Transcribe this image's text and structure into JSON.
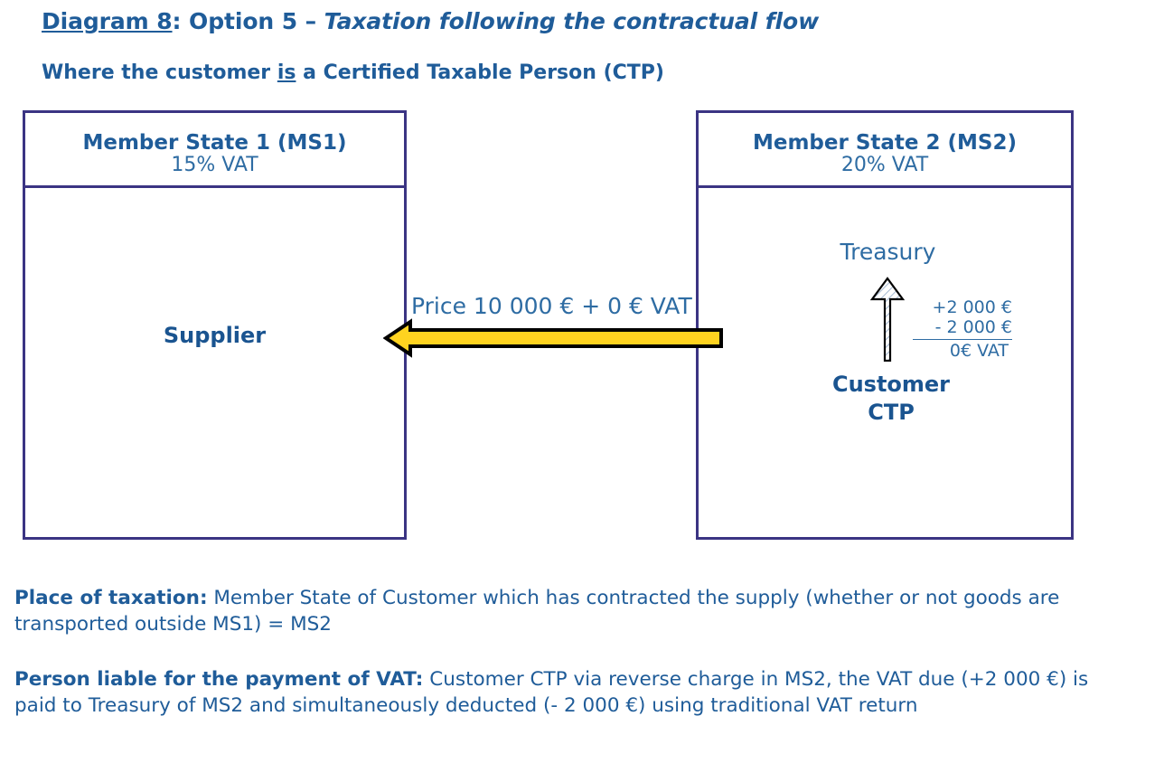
{
  "title": {
    "underlined_prefix": "Diagram 8",
    "middle": ": Option 5 – ",
    "italic_part": "Taxation following the contractual flow"
  },
  "subtitle": {
    "before": "Where the customer ",
    "underlined": "is",
    "after": " a Certified Taxable Person (CTP)"
  },
  "member_state_1": {
    "title": "Member State 1 (MS1)",
    "vat_rate": "15% VAT",
    "actor": "Supplier"
  },
  "member_state_2": {
    "title": "Member State 2 (MS2)",
    "vat_rate": "20% VAT",
    "treasury": "Treasury",
    "actor_line1": "Customer",
    "actor_line2": "CTP",
    "vat_due": "+2 000 €",
    "vat_deducted": "- 2 000 €",
    "vat_total": "0€  VAT"
  },
  "flow": {
    "price_label": "Price 10 000 € + 0 € VAT",
    "goods_arrow_direction": "left",
    "vat_arrow_direction": "up",
    "goods_arrow_icon": "left-arrow-icon",
    "vat_arrow_icon": "up-arrow-icon"
  },
  "notes": {
    "place_of_taxation_label": "Place of taxation:",
    "place_of_taxation_text": " Member State of Customer which has contracted the supply (whether or not goods are transported outside MS1) = MS2",
    "person_liable_label": "Person liable for the payment of VAT:",
    "person_liable_text": " Customer CTP via reverse charge in MS2, the VAT due (+2 000 €) is paid to Treasury of MS2 and simultaneously deducted (- 2 000 €) using traditional VAT return"
  },
  "colors": {
    "heading_blue": "#1f5c99",
    "actor_blue": "#1a5490",
    "box_border": "#3b3483",
    "goods_arrow_fill": "#FFD320",
    "arrow_outline": "#000000",
    "vat_arrow_fill": "#ffffff",
    "vat_arrow_hatch": "#8fa9c8"
  }
}
